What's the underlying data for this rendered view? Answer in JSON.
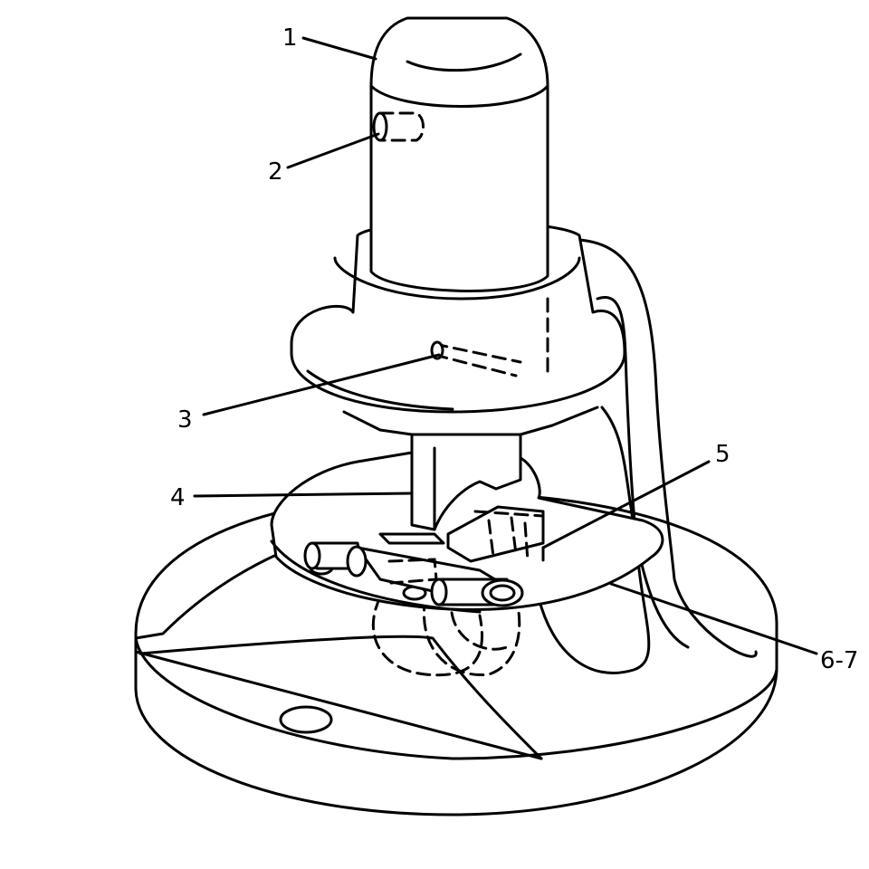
{
  "figure": {
    "labels": {
      "l1": "1",
      "l2": "2",
      "l3": "3",
      "l4": "4",
      "l5": "5",
      "l67": "6-7"
    }
  }
}
